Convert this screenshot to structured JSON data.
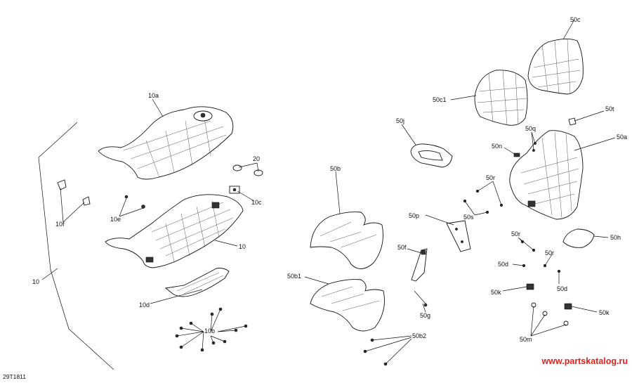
{
  "labels": {
    "l_10a": "10a",
    "l_20": "20",
    "l_10c": "10c",
    "l_10": "10",
    "l_10e": "10e",
    "l_10f": "10f",
    "l_10_outer": "10",
    "l_10d": "10d",
    "l_10b": "10b",
    "l_50b": "50b",
    "l_50b1": "50b1",
    "l_50b2": "50b2",
    "l_50j": "50j",
    "l_50c": "50c",
    "l_50c1": "50c1",
    "l_50t": "50t",
    "l_50q": "50q",
    "l_50a": "50a",
    "l_50n": "50n",
    "l_50r_1": "50r",
    "l_50p": "50p",
    "l_50s": "50s",
    "l_50f": "50f",
    "l_50g": "50g",
    "l_50r_2": "50r",
    "l_50d_1": "50d",
    "l_50r_3": "50r",
    "l_50d_2": "50d",
    "l_50h": "50h",
    "l_50k_1": "50k",
    "l_50k_2": "50k",
    "l_50m": "50m"
  },
  "diagram_code": "29T1811",
  "watermark": "www.partskatalog.ru",
  "colors": {
    "watermark": "#e0231c",
    "line": "#111111"
  }
}
